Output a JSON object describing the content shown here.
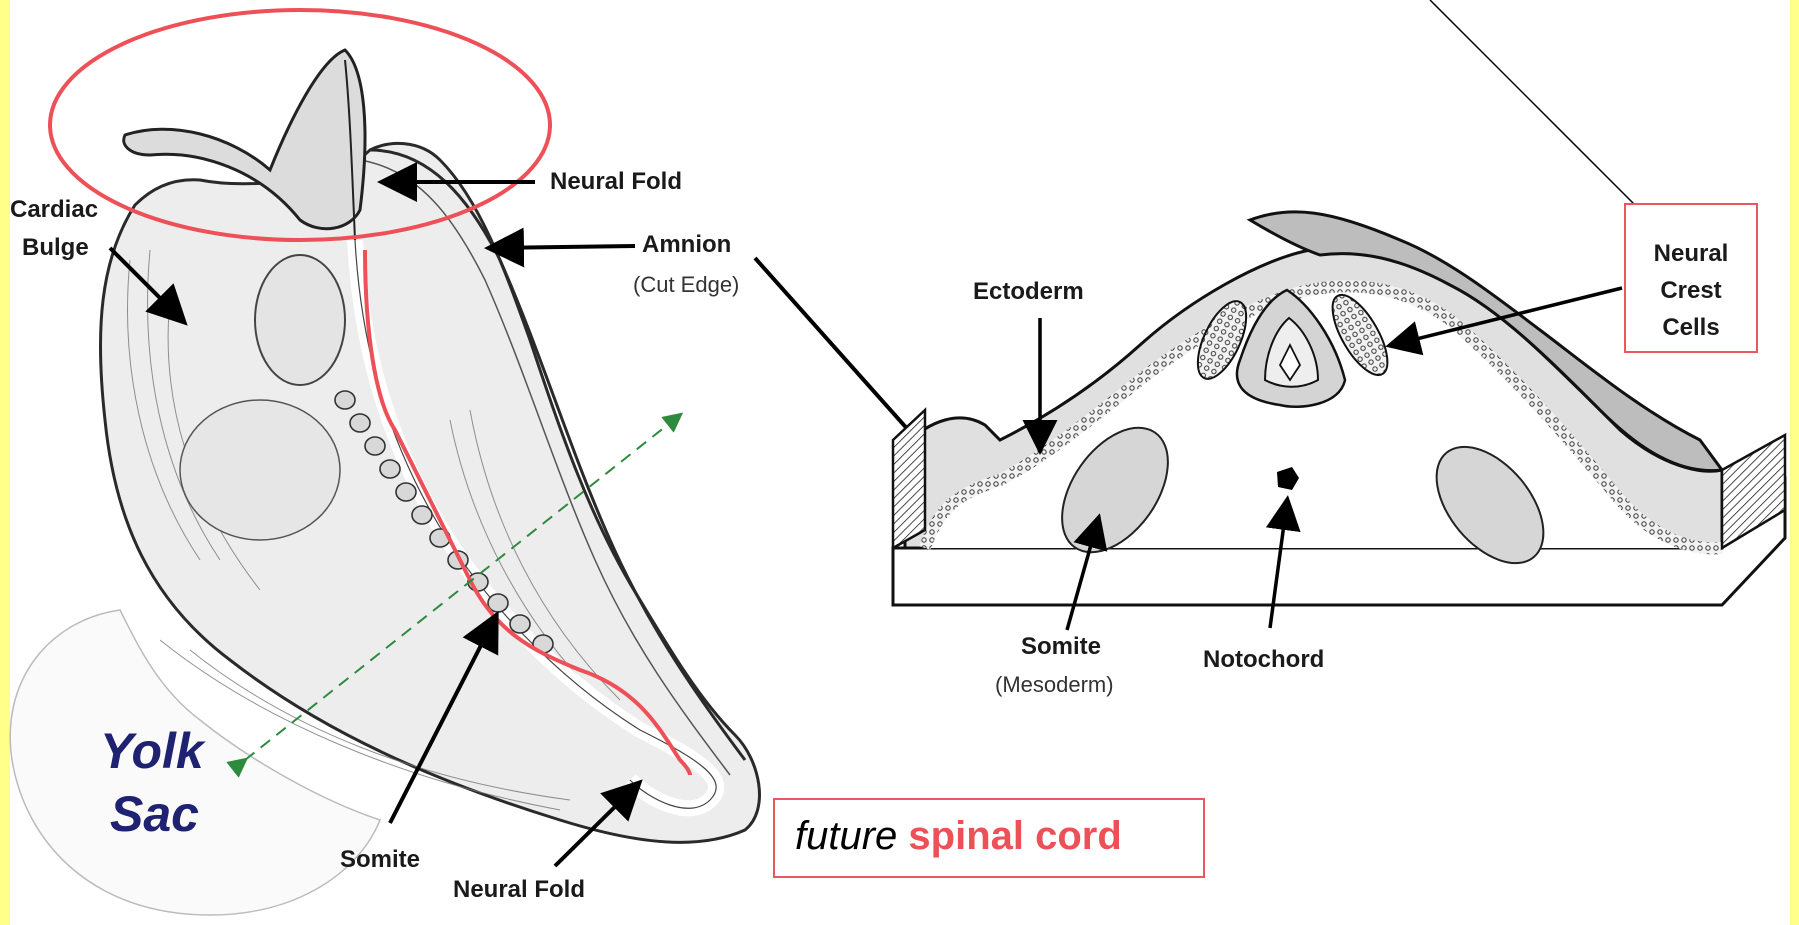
{
  "colors": {
    "background": "#ffffff",
    "side_strip": "#ffff8a",
    "highlight": "#ee5057",
    "label_text": "#1a1a1a",
    "yolk_text": "#1e2270",
    "axis_arrow": "#2e8b3e"
  },
  "labels": {
    "neural_fold_top": "Neural Fold",
    "cardiac": "Cardiac",
    "bulge": "Bulge",
    "amnion": "Amnion",
    "cut_edge": "(Cut Edge)",
    "yolk": "Yolk",
    "sac": "Sac",
    "somite_left": "Somite",
    "neural_fold_bottom": "Neural Fold",
    "ectoderm": "Ectoderm",
    "somite_right": "Somite",
    "mesoderm": "(Mesoderm)",
    "notochord": "Notochord"
  },
  "neural_crest": {
    "line1": "Neural",
    "line2": "Crest",
    "line3": "Cells"
  },
  "caption": {
    "future": "future",
    "spinal_cord": "spinal cord"
  }
}
